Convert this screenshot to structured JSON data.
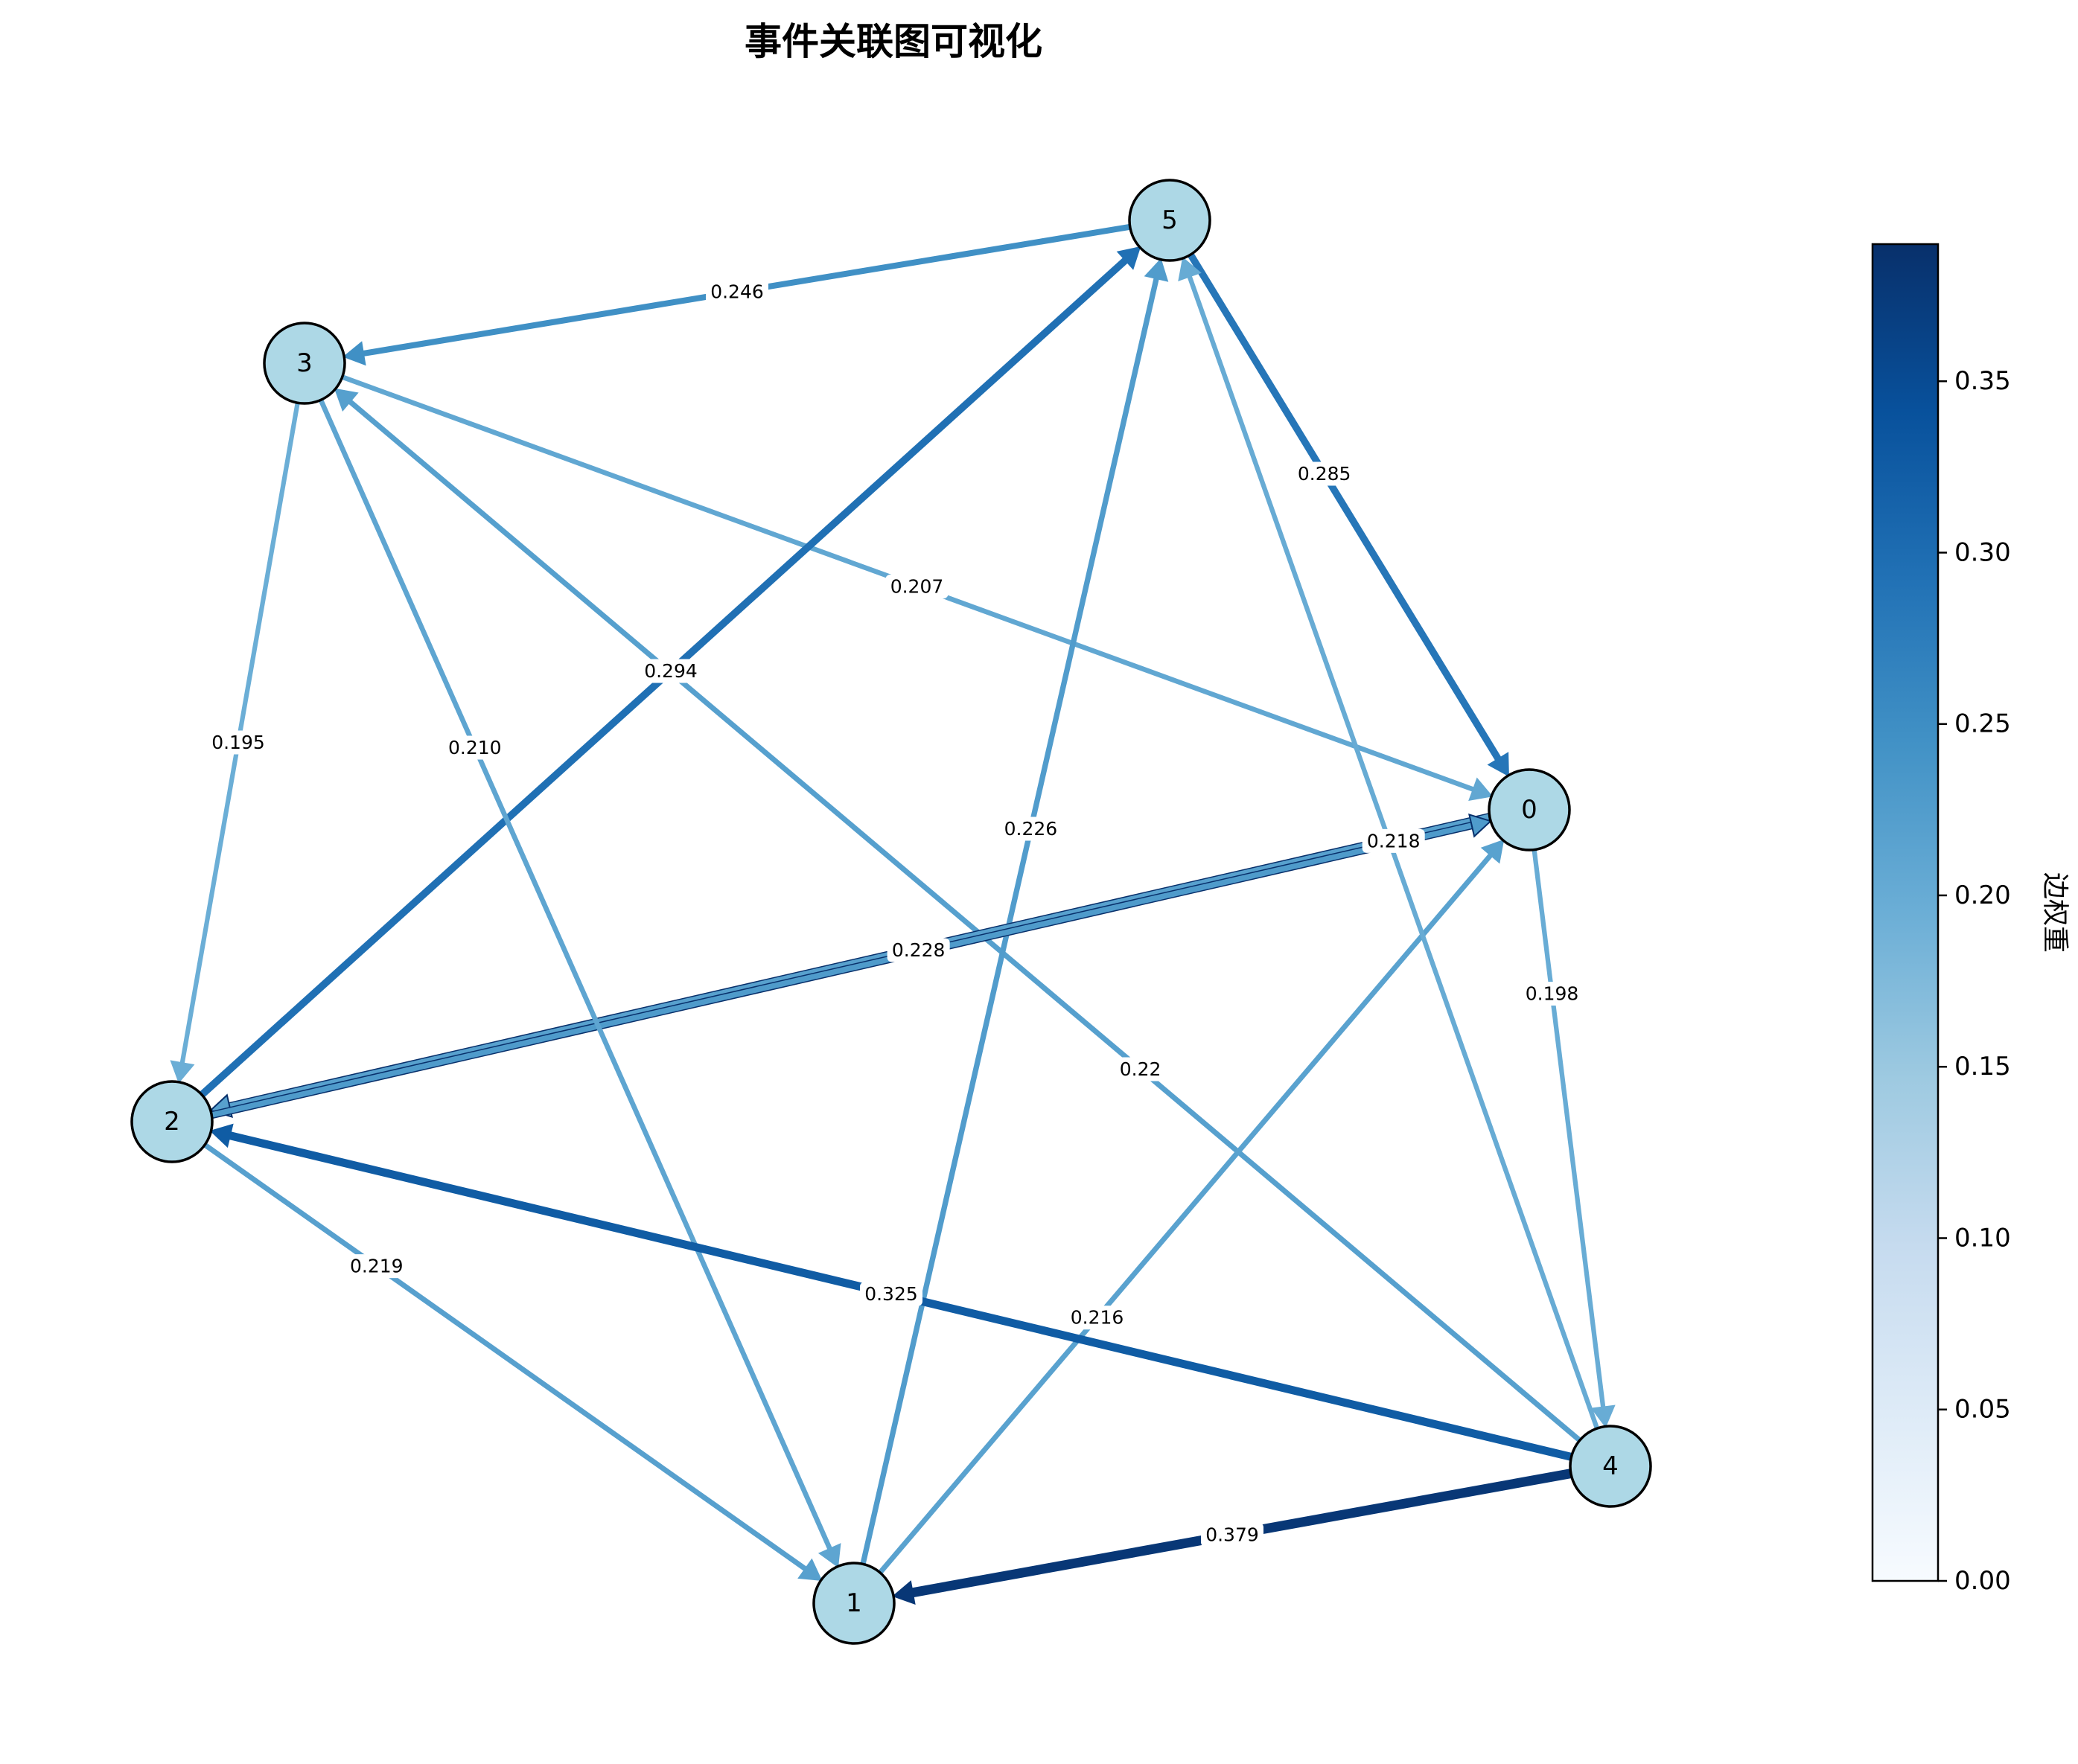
{
  "title": "事件关联图可视化",
  "colorbar": {
    "label": "边权重",
    "min": 0,
    "max": 0.39,
    "ticks": [
      "0.00",
      "0.05",
      "0.10",
      "0.15",
      "0.20",
      "0.25",
      "0.30",
      "0.35"
    ],
    "cmap": "Blues",
    "stops": [
      "#f7fbff",
      "#deebf7",
      "#c6dbef",
      "#9ecae1",
      "#6baed6",
      "#4292c6",
      "#2171b5",
      "#08519c",
      "#08306b"
    ]
  },
  "node_fill": "#add8e6",
  "nodes": [
    {
      "id": "0",
      "label": "0"
    },
    {
      "id": "1",
      "label": "1"
    },
    {
      "id": "2",
      "label": "2"
    },
    {
      "id": "3",
      "label": "3"
    },
    {
      "id": "4",
      "label": "4"
    },
    {
      "id": "5",
      "label": "5"
    }
  ],
  "edges": [
    {
      "source": "5",
      "target": "3",
      "weight": 0.246,
      "label": "0.246"
    },
    {
      "source": "5",
      "target": "0",
      "weight": 0.285,
      "label": "0.285"
    },
    {
      "source": "3",
      "target": "0",
      "weight": 0.207,
      "label": "0.207"
    },
    {
      "source": "2",
      "target": "5",
      "weight": 0.294,
      "label": "0.294"
    },
    {
      "source": "3",
      "target": "2",
      "weight": 0.195,
      "label": "0.195"
    },
    {
      "source": "4",
      "target": "3",
      "weight": 0.22,
      "label": "0.22"
    },
    {
      "source": "1",
      "target": "5",
      "weight": 0.226,
      "label": "0.226"
    },
    {
      "source": "0",
      "target": "2",
      "weight": 0.218,
      "label": "0.218"
    },
    {
      "source": "2",
      "target": "0",
      "weight": 0.228,
      "label": "0.228"
    },
    {
      "source": "3",
      "target": "1",
      "weight": 0.21,
      "label": "0.210"
    },
    {
      "source": "0",
      "target": "4",
      "weight": 0.198,
      "label": "0.198"
    },
    {
      "source": "1",
      "target": "0",
      "weight": 0.216,
      "label": "0.216"
    },
    {
      "source": "4",
      "target": "2",
      "weight": 0.325,
      "label": "0.325"
    },
    {
      "source": "2",
      "target": "1",
      "weight": 0.219,
      "label": "0.219"
    },
    {
      "source": "4",
      "target": "1",
      "weight": 0.379,
      "label": "0.379"
    },
    {
      "source": "4",
      "target": "5",
      "weight": 0.2,
      "label": ""
    }
  ]
}
